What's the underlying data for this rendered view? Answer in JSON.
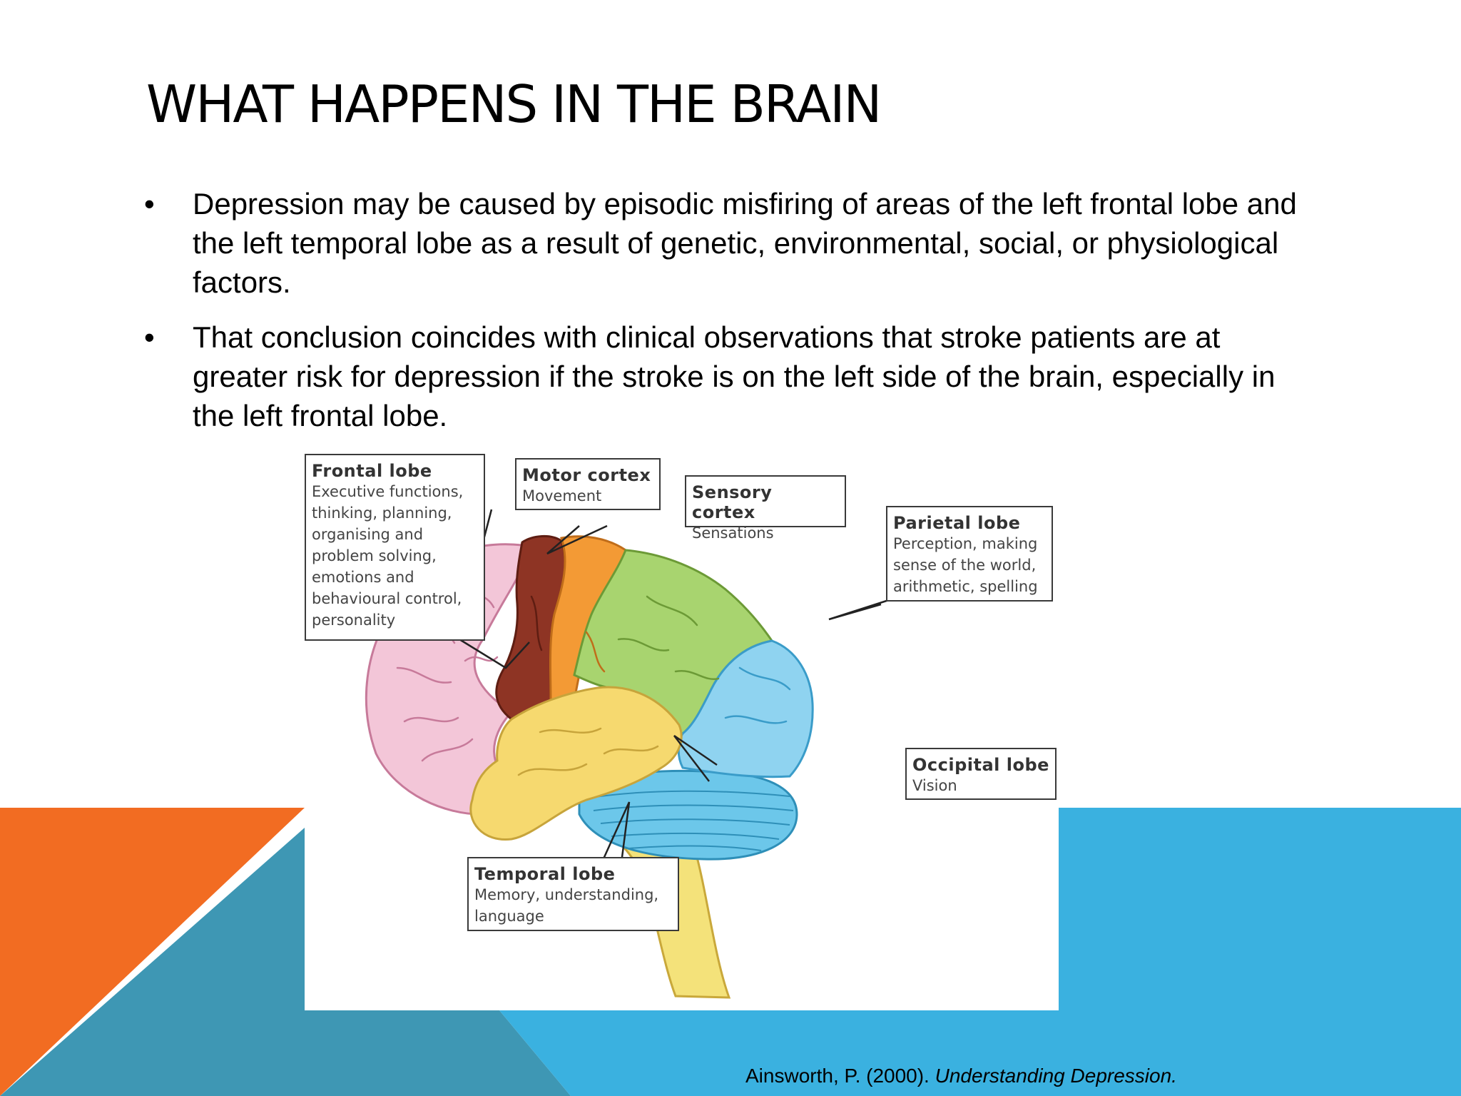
{
  "slide": {
    "title": "WHAT HAPPENS IN THE BRAIN",
    "bullets": [
      {
        "marker": "•",
        "text": "Depression may be caused by episodic misfiring of areas of the left frontal lobe and the left temporal lobe as a result of genetic, environmental, social, or physiological factors."
      },
      {
        "marker": "•",
        "text": "That conclusion coincides with clinical observations that stroke patients are at greater risk for depression if the stroke is on the left side of the brain, especially in the left frontal lobe."
      }
    ],
    "citation": {
      "prefix": "Ainsworth, P. (2000). ",
      "title": "Understanding Depression."
    }
  },
  "colors": {
    "orange": "#f26c22",
    "blue": "#3ab1e0",
    "teal": "#3e97b4",
    "frontal": "#f3c6d8",
    "motor": "#8e3424",
    "sensory": "#f39a35",
    "parietal": "#a8d46f",
    "occipital": "#8fd3f0",
    "temporal": "#f6d96f",
    "cerebellum": "#6cc7ea",
    "brainstem": "#f4e27a"
  },
  "diagram": {
    "callouts": [
      {
        "id": "frontal",
        "title": "Frontal lobe",
        "description": "Executive functions,\nthinking, planning,\norganising and\nproblem solving,\nemotions and\nbehavioural control,\npersonality"
      },
      {
        "id": "motor",
        "title": "Motor cortex",
        "description": "Movement"
      },
      {
        "id": "sensory",
        "title": "Sensory cortex",
        "description": "Sensations"
      },
      {
        "id": "parietal",
        "title": "Parietal lobe",
        "description": "Perception, making\nsense of the world,\narithmetic, spelling"
      },
      {
        "id": "occipital",
        "title": "Occipital lobe",
        "description": "Vision"
      },
      {
        "id": "temporal",
        "title": "Temporal lobe",
        "description": "Memory, understanding,\nlanguage"
      }
    ]
  }
}
